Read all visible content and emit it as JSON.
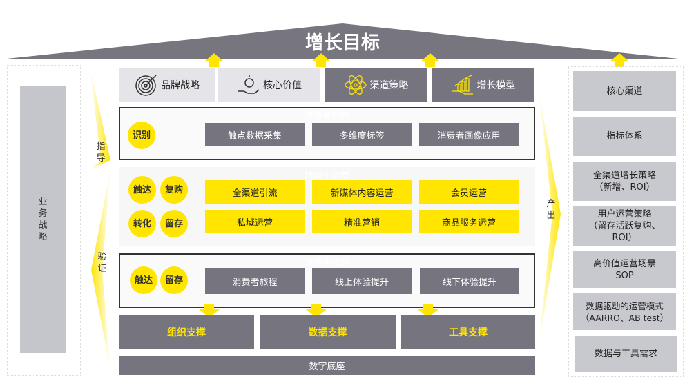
{
  "title": "增长目标",
  "top_tiles": [
    {
      "label": "品牌战略",
      "icon": "target-icon"
    },
    {
      "label": "核心价值",
      "icon": "money-hand-icon"
    },
    {
      "label": "渠道策略",
      "icon": "atom-icon"
    },
    {
      "label": "增长模型",
      "icon": "growth-chart-icon"
    }
  ],
  "consumer_insight": {
    "title": "消费者洞察",
    "circle": "识别",
    "items": [
      "触点数据采集",
      "多维度标签",
      "消费者画像应用"
    ]
  },
  "fine_operation": {
    "title": "精细化运营",
    "circles": [
      "触达",
      "复购",
      "转化",
      "留存"
    ],
    "items": [
      "全渠道引流",
      "新媒体内容运营",
      "会员运营",
      "私域运营",
      "精准营销",
      "商品服务运营"
    ]
  },
  "consumer_experience": {
    "title": "消费者体验",
    "circles": [
      "触达",
      "留存"
    ],
    "items": [
      "消费者旅程",
      "线上体验提升",
      "线下体验提升"
    ]
  },
  "supports": [
    "组织支撑",
    "数据支撑",
    "工具支撑"
  ],
  "base": "数字底座",
  "left": {
    "label": "业务战略",
    "guide": "指导",
    "verify": "验证"
  },
  "right": {
    "output": "产出",
    "items": [
      "核心渠道",
      "指标体系",
      "全渠道增长策略\n（新增、ROI）",
      "用户运营策略\n（留存活跃复购、\nROI）",
      "高价值运营场景\nSOP",
      "数据驱动的运营模式\n（AARRO、AB test）",
      "数据与工具需求"
    ]
  },
  "colors": {
    "accent": "#ffe500",
    "dark": "#75747f",
    "light": "#e4e4e9"
  }
}
